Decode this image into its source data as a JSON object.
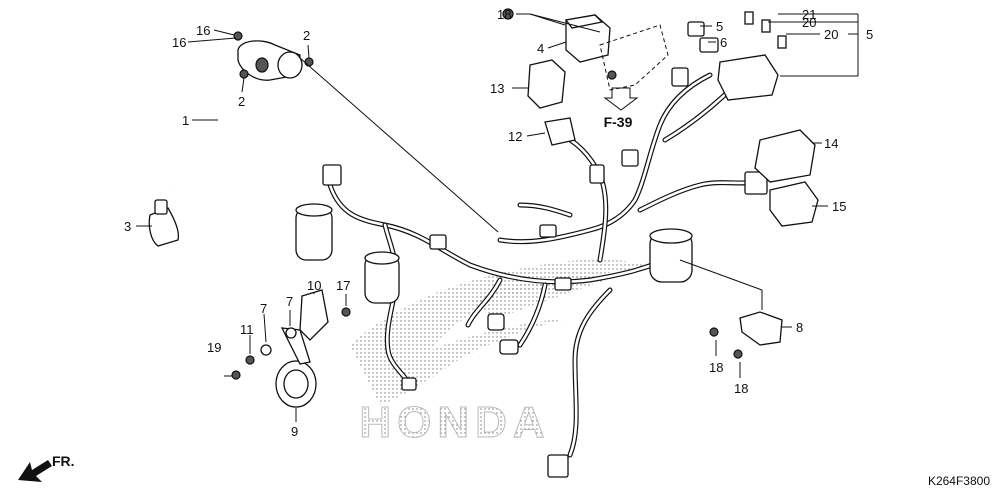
{
  "diagram": {
    "drawing_code": "K264F3800",
    "section_ref": "F-39",
    "front_arrow_label": "FR.",
    "watermark": "HONDA",
    "callouts": {
      "c1": "1",
      "c2a": "2",
      "c2b": "2",
      "c3": "3",
      "c4": "4",
      "c5a": "5",
      "c5b": "5",
      "c6": "6",
      "c7a": "7",
      "c7b": "7",
      "c8": "8",
      "c9": "9",
      "c10": "10",
      "c11": "11",
      "c12": "12",
      "c13": "13",
      "c14": "14",
      "c15": "15",
      "c16a": "16",
      "c16b": "16",
      "c17": "17",
      "c18a": "18",
      "c18b": "18",
      "c18c": "18",
      "c19": "19",
      "c20a": "20",
      "c20b": "20",
      "c21": "21"
    }
  }
}
